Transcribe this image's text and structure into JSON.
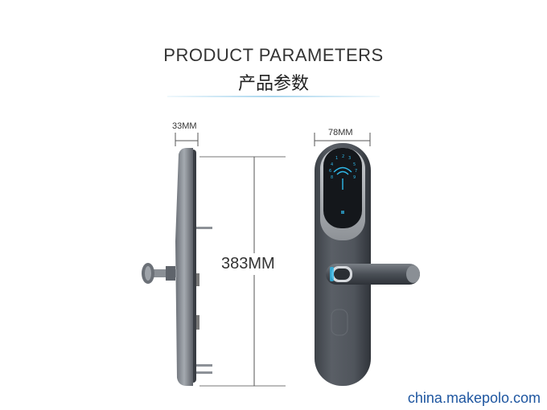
{
  "header": {
    "title_en": "PRODUCT PARAMETERS",
    "title_cn": "产品参数"
  },
  "dimensions": {
    "thickness": "33MM",
    "width": "78MM",
    "height": "383MM"
  },
  "watermark": "china.makepolo.com",
  "colors": {
    "lock_body": "#4a5057",
    "panel": "#1a1d22",
    "accent": "#29b6e8",
    "watermark": "#1e56a0"
  }
}
